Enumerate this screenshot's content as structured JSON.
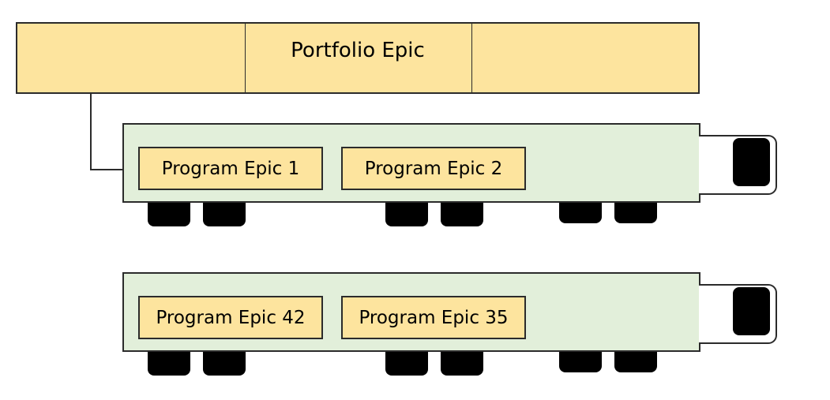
{
  "colors": {
    "portfolio_fill": "#fde49e",
    "program_fill": "#fde49e",
    "trailer_fill": "#e2efda",
    "outline": "#2b2b2b",
    "wheel": "#000000"
  },
  "portfolio": {
    "label": "Portfolio Epic"
  },
  "trucks": [
    {
      "programs": [
        {
          "label": "Program Epic 1"
        },
        {
          "label": "Program Epic 2"
        }
      ]
    },
    {
      "programs": [
        {
          "label": "Program Epic 42"
        },
        {
          "label": "Program Epic 35"
        }
      ]
    }
  ]
}
